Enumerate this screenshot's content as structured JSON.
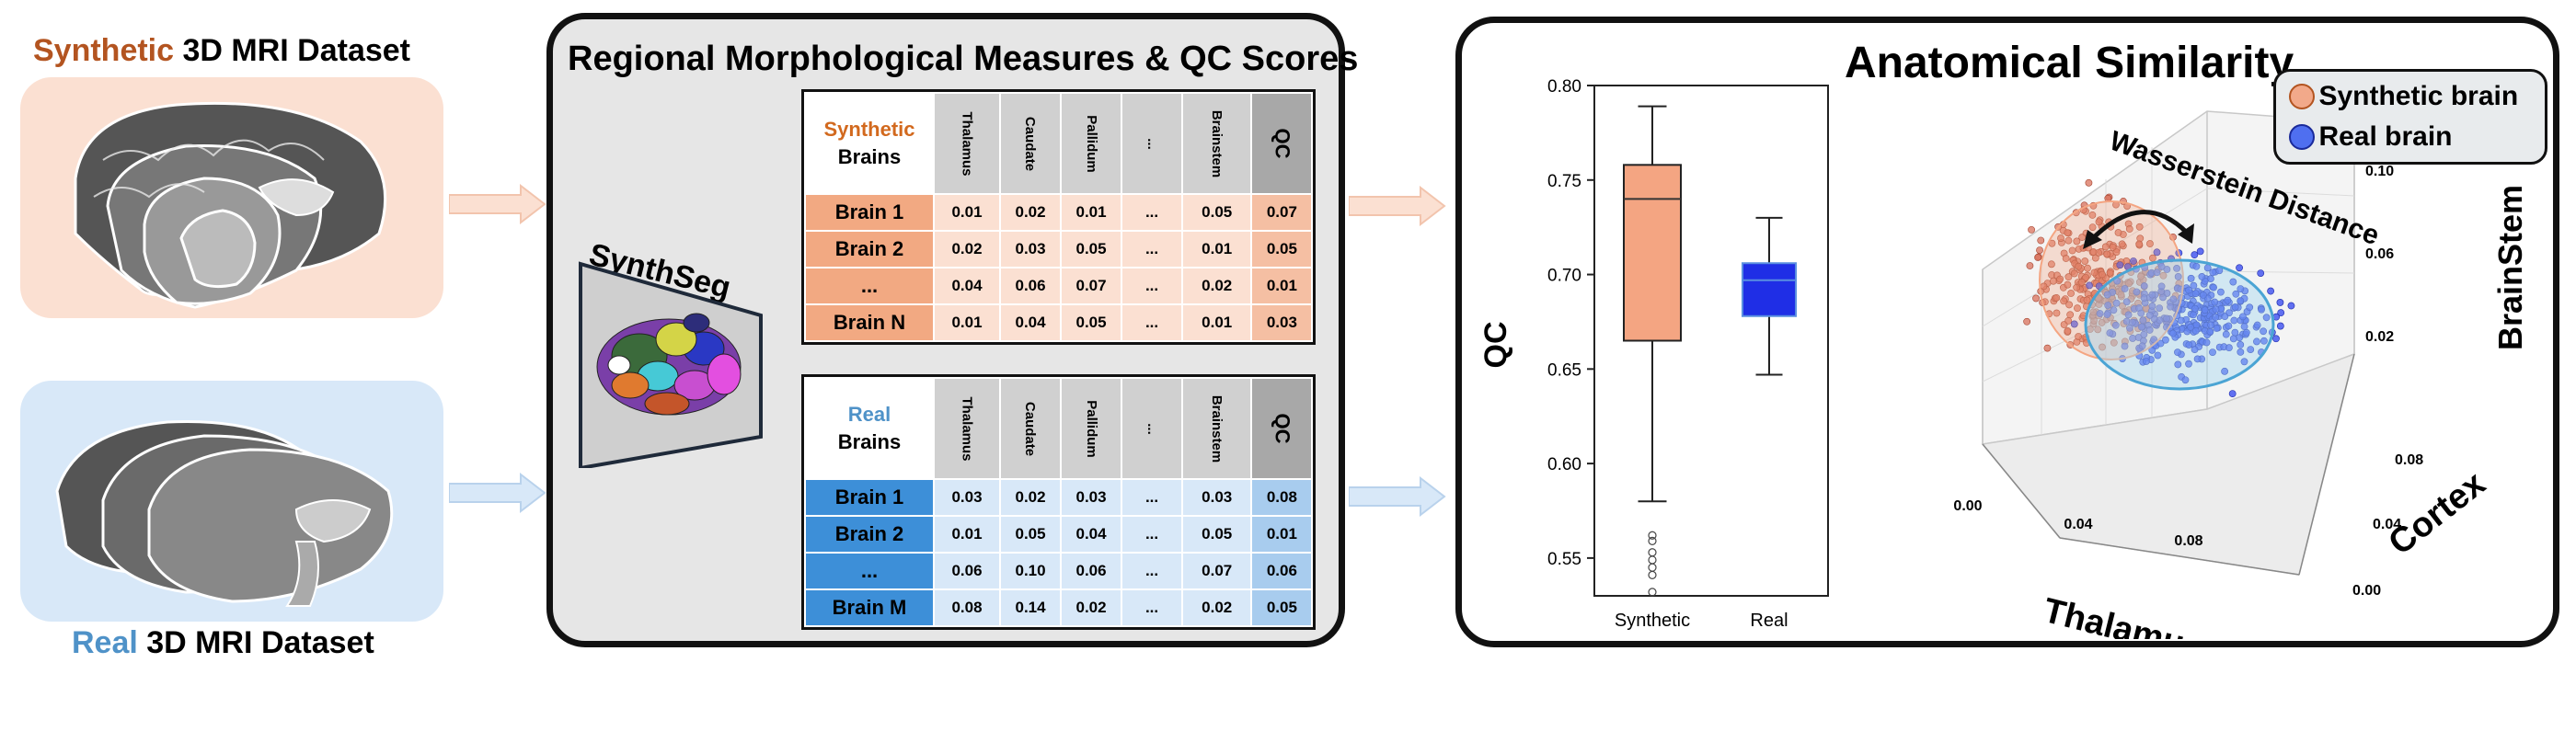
{
  "datasets": {
    "synthetic": {
      "highlight": "Synthetic",
      "rest": " 3D MRI Dataset",
      "color": "#b35420"
    },
    "real": {
      "highlight": "Real",
      "rest": " 3D MRI Dataset",
      "color": "#4f92c8"
    }
  },
  "middle_panel": {
    "title": "Regional Morphological Measures & QC Scores",
    "synthseg_label": "SynthSeg",
    "columns": [
      "Thalamus",
      "Caudate",
      "Pallidum",
      "...",
      "Brainstem",
      "QC"
    ],
    "synthetic_table": {
      "header_highlight": "Synthetic",
      "header_rest": "Brains",
      "rows": [
        {
          "label": "Brain 1",
          "values": [
            "0.01",
            "0.02",
            "0.01",
            "...",
            "0.05",
            "0.07"
          ]
        },
        {
          "label": "Brain 2",
          "values": [
            "0.02",
            "0.03",
            "0.05",
            "...",
            "0.01",
            "0.05"
          ]
        },
        {
          "label": "...",
          "values": [
            "0.04",
            "0.06",
            "0.07",
            "...",
            "0.02",
            "0.01"
          ]
        },
        {
          "label": "Brain N",
          "values": [
            "0.01",
            "0.04",
            "0.05",
            "...",
            "0.01",
            "0.03"
          ]
        }
      ]
    },
    "real_table": {
      "header_highlight": "Real",
      "header_rest": "Brains",
      "rows": [
        {
          "label": "Brain 1",
          "values": [
            "0.03",
            "0.02",
            "0.03",
            "...",
            "0.03",
            "0.08"
          ]
        },
        {
          "label": "Brain 2",
          "values": [
            "0.01",
            "0.05",
            "0.04",
            "...",
            "0.05",
            "0.01"
          ]
        },
        {
          "label": "...",
          "values": [
            "0.06",
            "0.10",
            "0.06",
            "...",
            "0.07",
            "0.06"
          ]
        },
        {
          "label": "Brain M",
          "values": [
            "0.08",
            "0.14",
            "0.02",
            "...",
            "0.02",
            "0.05"
          ]
        }
      ]
    }
  },
  "right_panel": {
    "title": "Anatomical Similarity",
    "legend": [
      {
        "label": "Synthetic brain",
        "color": "#f2a98a"
      },
      {
        "label": "Real brain",
        "color": "#4f6ff0"
      }
    ],
    "wasserstein_label": "Wasserstein Distance"
  },
  "chart_data": [
    {
      "type": "box",
      "ylabel": "QC",
      "ylim": [
        0.53,
        0.8
      ],
      "yticks": [
        "0.55",
        "0.60",
        "0.65",
        "0.70",
        "0.75",
        "0.80"
      ],
      "categories": [
        "Synthetic",
        "Real"
      ],
      "boxes": [
        {
          "name": "Synthetic",
          "whisker_low": 0.58,
          "q1": 0.665,
          "median": 0.74,
          "q3": 0.758,
          "whisker_high": 0.789,
          "outliers": [
            0.532,
            0.541,
            0.545,
            0.549,
            0.553,
            0.559,
            0.562
          ],
          "color": "#f4a582"
        },
        {
          "name": "Real",
          "whisker_low": 0.647,
          "q1": 0.678,
          "median": 0.697,
          "q3": 0.706,
          "whisker_high": 0.73,
          "outliers": [],
          "color": "#1f2ee6"
        }
      ]
    },
    {
      "type": "scatter3d",
      "xlabel": "Thalamus",
      "ylabel": "Cortex",
      "zlabel": "BrainStem",
      "xticks": [
        "0.00",
        "0.04",
        "0.08"
      ],
      "yticks": [
        "0.00",
        "0.04",
        "0.08"
      ],
      "zticks": [
        "0.02",
        "0.06",
        "0.10"
      ]
    }
  ],
  "colors": {
    "synthetic_fill": "#f2a982",
    "synthetic_light": "#fbe0d2",
    "real_fill": "#3d8fd8",
    "real_light": "#d8e8f8",
    "header_gray": "#d0d0d0",
    "panel_gray": "#e6e6e6"
  }
}
